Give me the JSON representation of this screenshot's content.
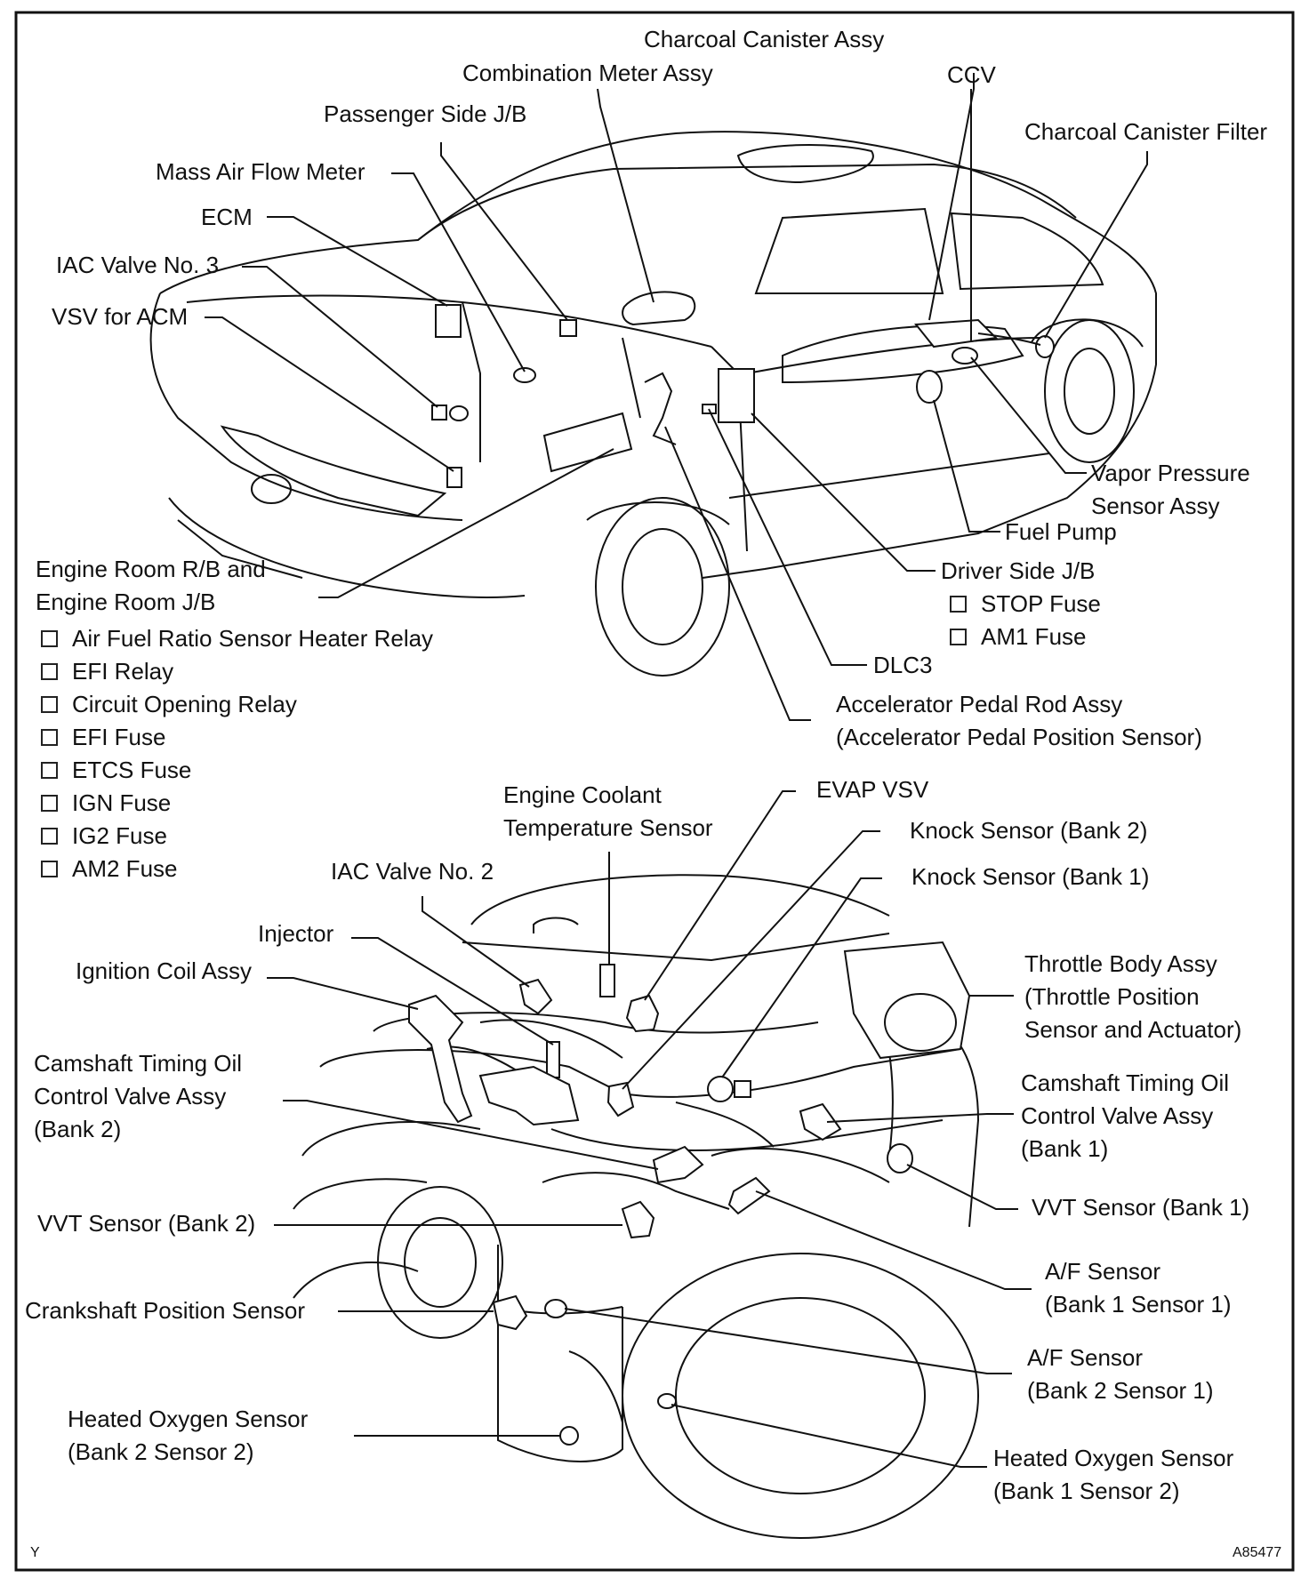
{
  "car_labels": {
    "charcoal_canister_assy": "Charcoal Canister Assy",
    "combination_meter_assy": "Combination Meter Assy",
    "ccv": "CCV",
    "charcoal_canister_filter": "Charcoal Canister Filter",
    "passenger_side_jb": "Passenger Side J/B",
    "mass_air_flow_meter": "Mass Air Flow Meter",
    "ecm": "ECM",
    "iac_valve_no3": "IAC Valve No. 3",
    "vsv_for_acm": "VSV for ACM",
    "vapor_pressure_sensor": [
      "Vapor Pressure",
      "Sensor Assy"
    ],
    "fuel_pump": "Fuel Pump",
    "driver_side_jb": "Driver Side J/B",
    "driver_side_items": [
      "STOP Fuse",
      "AM1 Fuse"
    ],
    "dlc3": "DLC3",
    "accelerator_pedal": [
      "Accelerator Pedal Rod Assy",
      "(Accelerator Pedal Position Sensor)"
    ],
    "engine_room_rb": [
      "Engine Room R/B and",
      "Engine Room J/B"
    ],
    "engine_room_items": [
      "Air Fuel Ratio Sensor Heater Relay",
      "EFI Relay",
      "Circuit Opening Relay",
      "EFI Fuse",
      "ETCS Fuse",
      "IGN Fuse",
      "IG2 Fuse",
      "AM2 Fuse"
    ]
  },
  "engine_labels": {
    "engine_coolant_temp": [
      "Engine Coolant",
      "Temperature Sensor"
    ],
    "evap_vsv": "EVAP VSV",
    "knock_bank2": "Knock Sensor (Bank 2)",
    "knock_bank1": "Knock Sensor (Bank 1)",
    "iac_valve_no2": "IAC Valve No. 2",
    "injector": "Injector",
    "ignition_coil": "Ignition Coil Assy",
    "throttle_body": [
      "Throttle Body Assy",
      "(Throttle Position",
      "Sensor and Actuator)"
    ],
    "cam_ocv_bank2": [
      "Camshaft Timing Oil",
      "Control Valve Assy",
      "(Bank 2)"
    ],
    "cam_ocv_bank1": [
      "Camshaft Timing Oil",
      "Control Valve Assy",
      "(Bank 1)"
    ],
    "vvt_bank2": "VVT Sensor (Bank 2)",
    "vvt_bank1": "VVT Sensor (Bank 1)",
    "af_sensor_b1s1": [
      "A/F Sensor",
      "(Bank 1 Sensor 1)"
    ],
    "crankshaft_position": "Crankshaft Position Sensor",
    "af_sensor_b2s1": [
      "A/F Sensor",
      "(Bank 2 Sensor 1)"
    ],
    "ho2_b2s2": [
      "Heated Oxygen Sensor",
      "(Bank 2 Sensor 2)"
    ],
    "ho2_b1s2": [
      "Heated Oxygen Sensor",
      "(Bank 1 Sensor 2)"
    ]
  },
  "corner": {
    "left": "Y",
    "right": "A85477"
  }
}
